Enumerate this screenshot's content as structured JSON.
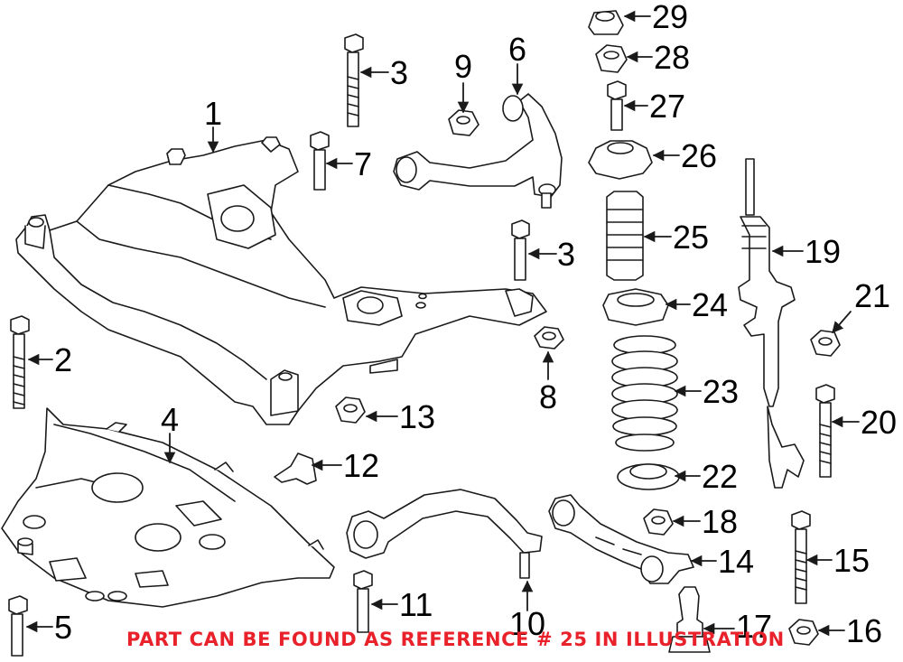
{
  "diagram": {
    "callouts": [
      "1",
      "2",
      "3",
      "3",
      "4",
      "5",
      "6",
      "7",
      "8",
      "9",
      "10",
      "11",
      "12",
      "13",
      "14",
      "15",
      "16",
      "17",
      "18",
      "19",
      "20",
      "21",
      "22",
      "23",
      "24",
      "25",
      "26",
      "27",
      "28",
      "29"
    ]
  },
  "footer": {
    "note": "PART CAN BE FOUND AS REFERENCE # 25 IN ILLUSTRATION",
    "color": "#e8212a"
  },
  "colors": {
    "line": "#1a1a1a",
    "fill": "#ffffff"
  }
}
